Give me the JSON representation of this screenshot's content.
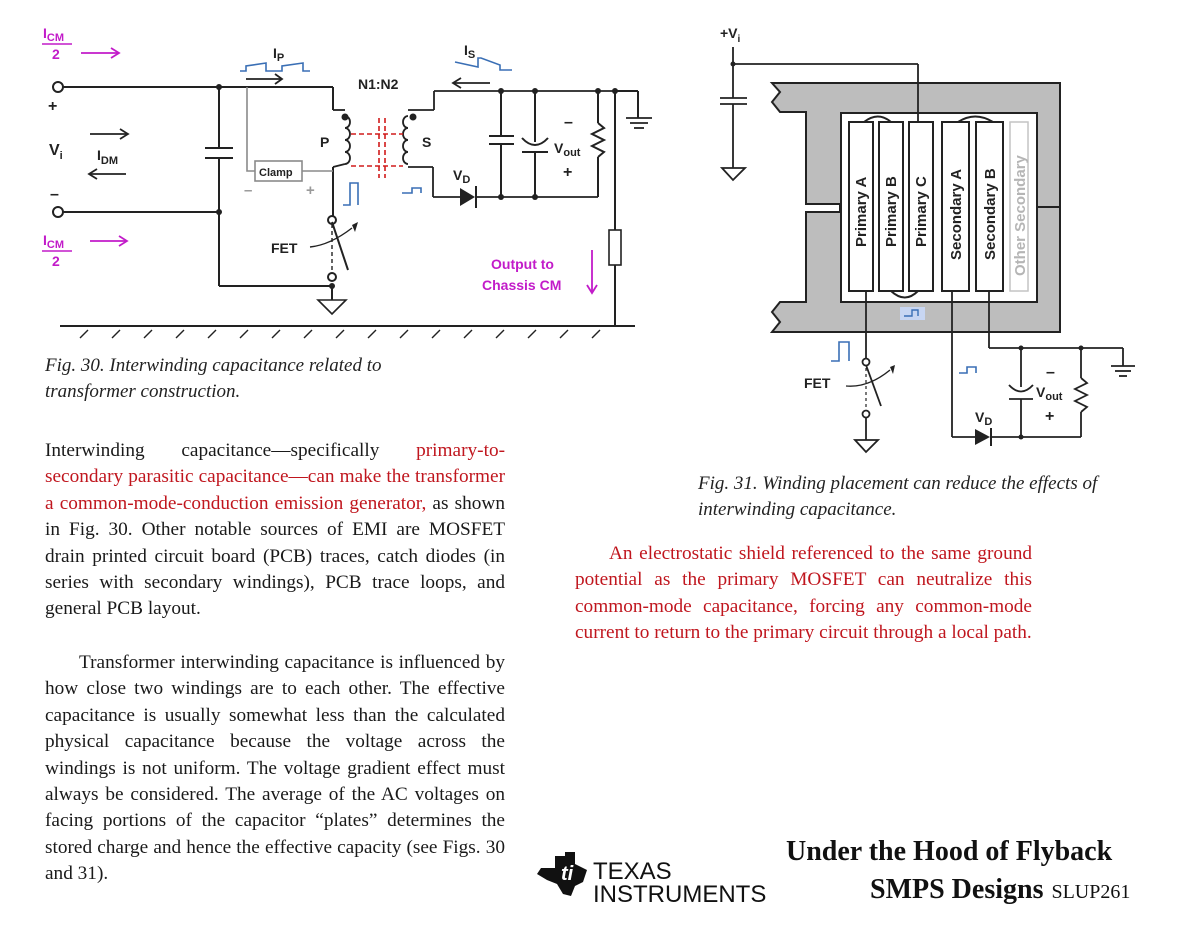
{
  "fig30": {
    "labels": {
      "icm_top_num": "I",
      "icm_sub": "CM",
      "icm_den": "2",
      "plus": "+",
      "minus": "–",
      "vi": "V",
      "vi_sub": "i",
      "idm": "I",
      "idm_sub": "DM",
      "ip": "I",
      "ip_sub": "P",
      "is": "I",
      "is_sub": "S",
      "ratio": "N1:N2",
      "p": "P",
      "s": "S",
      "clamp": "Clamp",
      "clamp_minus": "–",
      "clamp_plus": "+",
      "vd": "V",
      "vd_sub": "D",
      "vout": "V",
      "vout_sub": "out",
      "vout_minus": "–",
      "vout_plus": "+",
      "fet": "FET",
      "output_line1": "Output to",
      "output_line2": "Chassis CM"
    },
    "caption": "Fig. 30. Interwinding capacitance related to transformer construction."
  },
  "fig31": {
    "labels": {
      "vi": "+V",
      "vi_sub": "i",
      "windings": [
        "Primary A",
        "Primary B",
        "Primary C",
        "Secondary A",
        "Secondary B",
        "Other Secondary"
      ],
      "fet": "FET",
      "vd": "V",
      "vd_sub": "D",
      "vout": "V",
      "vout_sub": "out",
      "vout_minus": "–",
      "vout_plus": "+"
    },
    "caption": "Fig. 31. Winding placement can reduce the effects of interwinding capacitance."
  },
  "body": {
    "para1_a": "Interwinding capacitance—specifically ",
    "para1_red": "primary-to-secondary parasitic capacitance—can make the transformer a common-mode-conduction emission generator,",
    "para1_b": " as shown in Fig. 30. Other notable sources of EMI are MOSFET drain printed circuit board (PCB) traces, catch diodes (in series with secondary windings), PCB trace loops, and general PCB layout.",
    "para2": "Transformer interwinding capacitance is influenced by how close two windings are to each other. The effective capacitance is usually somewhat less than the calculated physical capacitance because the voltage across the windings is not uniform. The voltage gradient effect must always be considered. The average of the AC voltages on facing portions of the capacitor “plates” determines the stored charge and hence the effective capacity (see Figs. 30 and 31).",
    "para3": "An electrostatic shield referenced to the same ground potential as the primary MOSFET can neutralize this common-mode capacitance, forcing any common-mode current to return to the primary circuit through a local path."
  },
  "footer": {
    "logo_line1": "TEXAS",
    "logo_line2": "INSTRUMENTS",
    "title_line1": "Under the Hood of Flyback",
    "title_line2": "SMPS Designs",
    "doc_id": "SLUP261"
  },
  "colors": {
    "magenta": "#c21bc9",
    "blue": "#3a6fb5",
    "red_text": "#c0161e",
    "red_dash": "#d11b1b",
    "core_gray": "#bdbdbd"
  }
}
